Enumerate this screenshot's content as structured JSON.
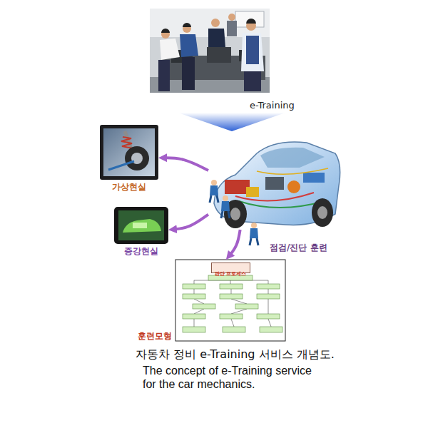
{
  "diagram": {
    "caption": "자동차 정비 e-Training 서비스 개념도.",
    "nodes": [
      {
        "text": [
          "가상현실"
        ]
      },
      {
        "text": [
          "점검/진단 훈련"
        ]
      },
      {
        "text": [
          "증강현실"
        ]
      },
      {
        "text": [
          "훈련모형"
        ]
      },
      {
        "text": [
          "판단 프로세스"
        ],
        "in": 3
      }
    ],
    "edges": [
      {
        "from": 1,
        "to": 0,
        "arrow": "to"
      },
      {
        "from": 1,
        "to": 2,
        "arrow": "to"
      },
      {
        "from": 1,
        "to": 3,
        "arrow": "to"
      }
    ],
    "labels": [
      "e-Training",
      "The concept of e-Training service for the car mechanics."
    ]
  }
}
